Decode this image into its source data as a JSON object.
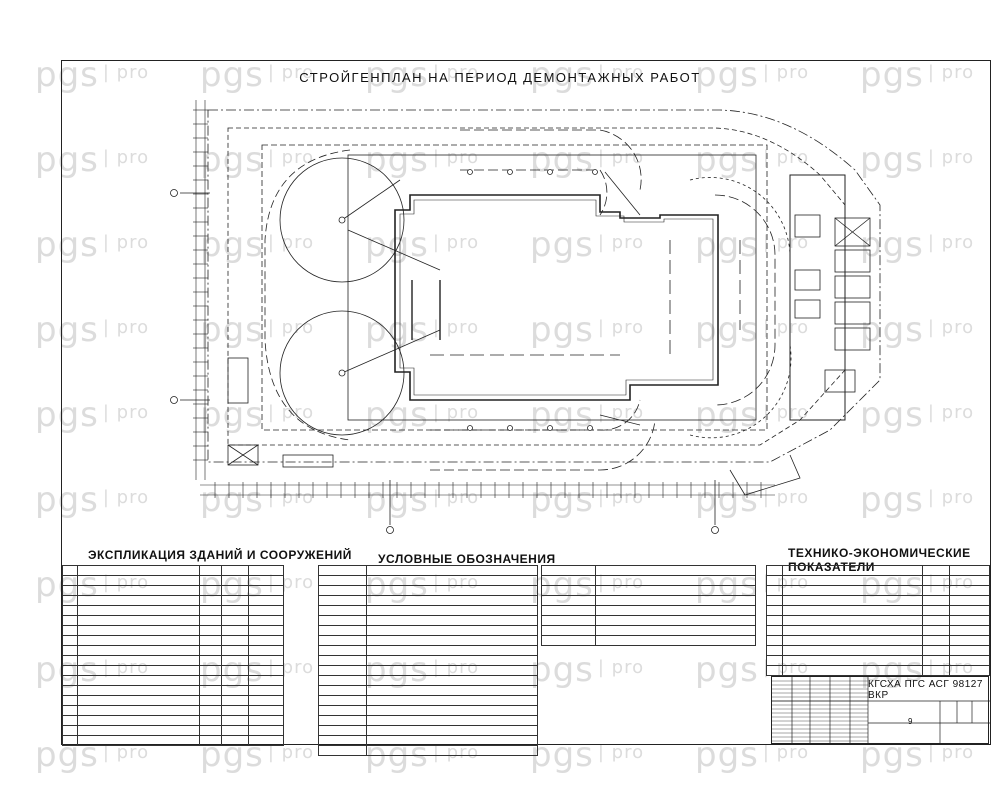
{
  "watermark": {
    "brand": "pgs",
    "suffix": "pro"
  },
  "drawing": {
    "title": "СТРОЙГЕНПЛАН НА ПЕРИОД ДЕМОНТАЖНЫХ РАБОТ"
  },
  "sections": {
    "explication_title": "ЭКСПЛИКАЦИЯ ЗДАНИЙ И СООРУЖЕНИЙ",
    "legend_title": "УСЛОВНЫЕ ОБОЗНАЧЕНИЯ",
    "indicators_title": "ТЕХНИКО-ЭКОНОМИЧЕСКИЕ ПОКАЗАТЕЛИ"
  },
  "stamp": {
    "code": "КГСХА ПГС АСГ 98127 ВКР",
    "sheet": "9"
  }
}
